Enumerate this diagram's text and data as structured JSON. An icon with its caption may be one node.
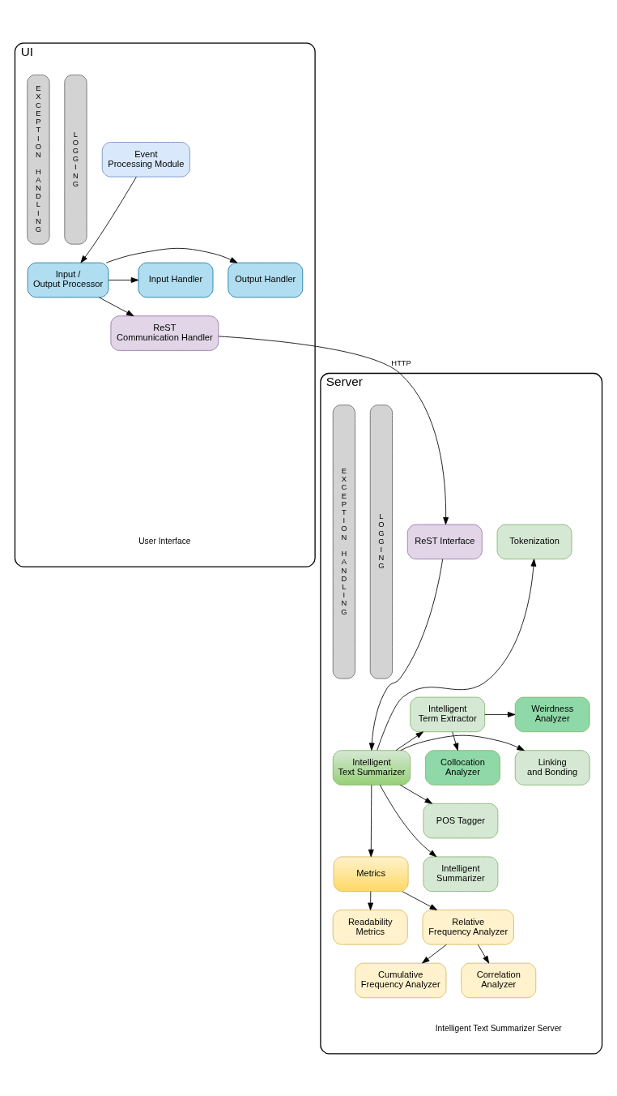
{
  "diagram": {
    "nodes": [
      {
        "text": [
          "UI",
          "User Interface"
        ]
      },
      {
        "text": [
          "Event Processing Module"
        ],
        "in": 0
      },
      {
        "text": [
          "Output Handler"
        ],
        "in": 0
      },
      {
        "text": [
          "Input / Output Processor"
        ],
        "in": 0
      },
      {
        "text": [
          "Input Handler"
        ],
        "in": 0
      },
      {
        "text": [
          "ReST Communication Handler"
        ],
        "in": 0
      },
      {
        "text": [
          "LOGGING"
        ],
        "in": 0
      },
      {
        "text": [
          "EXCEPTION HANDLING"
        ],
        "in": 0
      },
      {
        "text": [
          "Server",
          "Intelligent Text Summarizer Server"
        ]
      },
      {
        "text": [
          "ReST Interface"
        ],
        "in": 8
      },
      {
        "text": [
          "Tokenization"
        ],
        "in": 8
      },
      {
        "text": [
          "Weirdness Analyzer"
        ],
        "in": 8
      },
      {
        "text": [
          "Intelligent Term Extractor"
        ],
        "in": 8
      },
      {
        "text": [
          "Collocation Analyzer"
        ],
        "in": 8
      },
      {
        "text": [
          "Linking and Bonding"
        ],
        "in": 8
      },
      {
        "text": [
          "Intelligent Text Summarizer"
        ],
        "in": 8
      },
      {
        "text": [
          "POS Tagger"
        ],
        "in": 8
      },
      {
        "text": [
          "Intelligent Summarizer"
        ],
        "in": 8
      },
      {
        "text": [
          "Metrics"
        ],
        "in": 8
      },
      {
        "text": [
          "Readability Metrics"
        ],
        "in": 8
      },
      {
        "text": [
          "Relative Frequency Analyzer"
        ],
        "in": 8
      },
      {
        "text": [
          "Cumulative Frequency Analyzer"
        ],
        "in": 8
      },
      {
        "text": [
          "Correlation Analyzer"
        ],
        "in": 8
      },
      {
        "text": [
          "LOGGING"
        ],
        "in": 8
      },
      {
        "text": [
          "EXCEPTION HANDLING"
        ],
        "in": 8
      }
    ],
    "edges": [
      {
        "from": 1,
        "to": 3,
        "arrow": "to"
      },
      {
        "from": 3,
        "to": 2,
        "arrow": "to"
      },
      {
        "from": 3,
        "to": 4,
        "arrow": "to"
      },
      {
        "from": 3,
        "to": 5,
        "arrow": "to"
      },
      {
        "from": 5,
        "to": 9,
        "arrow": "to",
        "label": "HTTP"
      },
      {
        "from": 9,
        "to": 15,
        "arrow": "to"
      },
      {
        "from": 15,
        "to": 10,
        "arrow": "to"
      },
      {
        "from": 15,
        "to": 12,
        "arrow": "to"
      },
      {
        "from": 15,
        "to": 14,
        "arrow": "to"
      },
      {
        "from": 15,
        "to": 16,
        "arrow": "to"
      },
      {
        "from": 15,
        "to": 17,
        "arrow": "to"
      },
      {
        "from": 12,
        "to": 11,
        "arrow": "to"
      },
      {
        "from": 12,
        "to": 13,
        "arrow": "to"
      },
      {
        "from": 15,
        "to": 18,
        "arrow": "to"
      },
      {
        "from": 18,
        "to": 19,
        "arrow": "to"
      },
      {
        "from": 18,
        "to": 20,
        "arrow": "to"
      },
      {
        "from": 20,
        "to": 21,
        "arrow": "to"
      },
      {
        "from": 20,
        "to": 22,
        "arrow": "to"
      }
    ]
  }
}
